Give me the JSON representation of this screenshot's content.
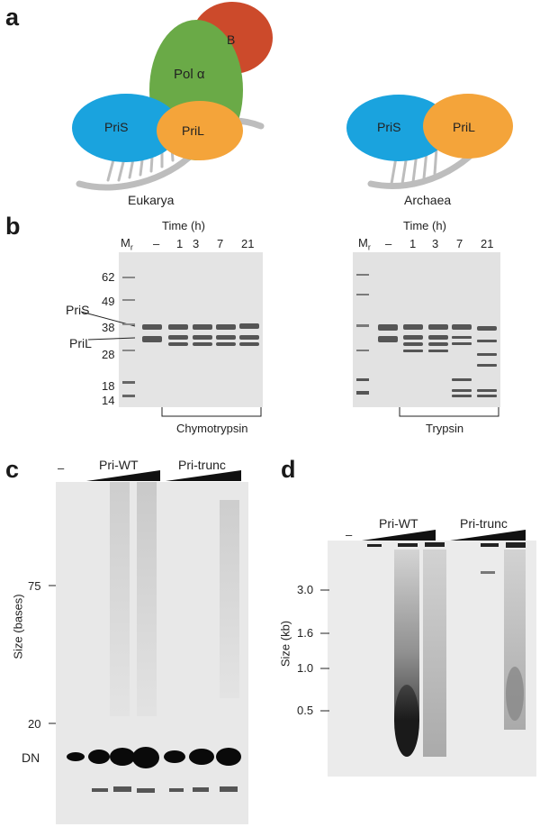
{
  "panels": {
    "a": {
      "letter": "a",
      "eukarya": {
        "caption": "Eukarya",
        "subunits": [
          {
            "label": "B",
            "color": "#cc4a2b"
          },
          {
            "label": "Pol α",
            "color": "#6aaa47"
          },
          {
            "label": "PriS",
            "color": "#1aa3de"
          },
          {
            "label": "PriL",
            "color": "#f4a43a"
          }
        ]
      },
      "archaea": {
        "caption": "Archaea",
        "subunits": [
          {
            "label": "PriS",
            "color": "#1aa3de"
          },
          {
            "label": "PriL",
            "color": "#f4a43a"
          }
        ]
      }
    },
    "b": {
      "letter": "b",
      "left_gel": {
        "time_header": "Time (h)",
        "marker_label": "M",
        "marker_sub": "r",
        "lanes": [
          "–",
          "1",
          "3",
          "7",
          "21"
        ],
        "mw_ladder": [
          "62",
          "49",
          "38",
          "28",
          "18",
          "14"
        ],
        "band_labels": [
          "PriS",
          "PriL"
        ],
        "protease": "Chymotrypsin"
      },
      "right_gel": {
        "time_header": "Time (h)",
        "marker_label": "M",
        "marker_sub": "r",
        "lanes": [
          "–",
          "1",
          "3",
          "7",
          "21"
        ],
        "protease": "Trypsin"
      }
    },
    "c": {
      "letter": "c",
      "control_lane": "–",
      "groups": [
        "Pri-WT",
        "Pri-trunc"
      ],
      "y_axis_label": "Size (bases)",
      "ticks": [
        "75",
        "20"
      ],
      "dn_label": "DN"
    },
    "d": {
      "letter": "d",
      "control_lane": "–",
      "groups": [
        "Pri-WT",
        "Pri-trunc"
      ],
      "y_axis_label": "Size (kb)",
      "ticks": [
        "3.0",
        "1.6",
        "1.0",
        "0.5"
      ]
    }
  }
}
